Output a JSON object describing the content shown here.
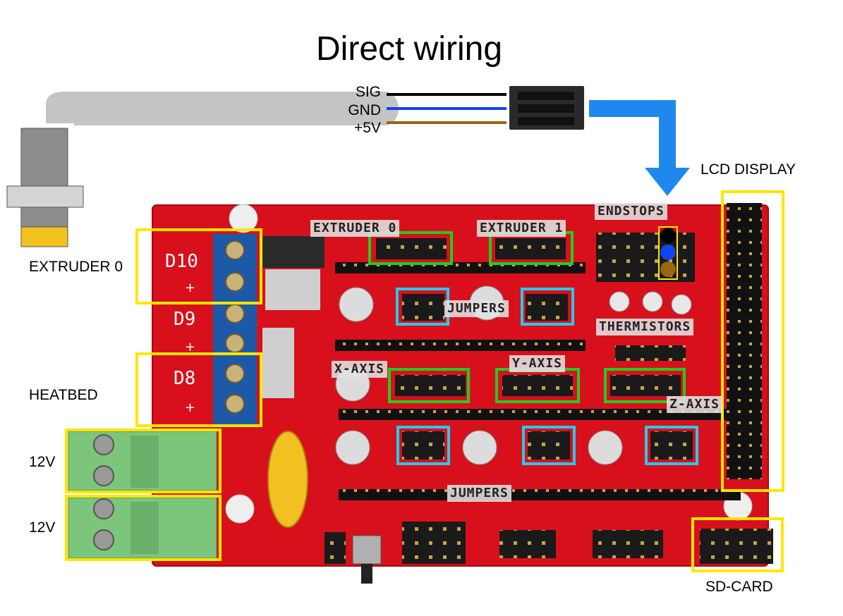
{
  "title": "Direct wiring",
  "wire_labels": {
    "sig": "SIG",
    "gnd": "GND",
    "vcc": "+5V"
  },
  "side_labels": {
    "lcd": "LCD DISPLAY",
    "extruder0": "EXTRUDER 0",
    "heatbed": "HEATBED",
    "power1": "12V",
    "power2": "12V",
    "sdcard": "SD-CARD"
  },
  "board_tags": {
    "endstops": "ENDSTOPS",
    "extruder0": "EXTRUDER 0",
    "extruder1": "EXTRUDER 1",
    "jumpers_top": "JUMPERS",
    "thermistors": "THERMISTORS",
    "xaxis": "X-AXIS",
    "yaxis": "Y-AXIS",
    "zaxis": "Z-AXIS",
    "jumpers_bottom": "JUMPERS"
  },
  "terminal_labels": {
    "d10": "D10",
    "d9": "D9",
    "d8": "D8",
    "plus": "+"
  },
  "colors": {
    "board": "#d8101c",
    "highlight_yellow": "#ffe600",
    "highlight_green": "#22cc22",
    "highlight_cyan": "#22ccee",
    "arrow": "#1e88ee",
    "wire_sig": "#000000",
    "wire_gnd": "#1144ee",
    "wire_vcc": "#996611"
  }
}
